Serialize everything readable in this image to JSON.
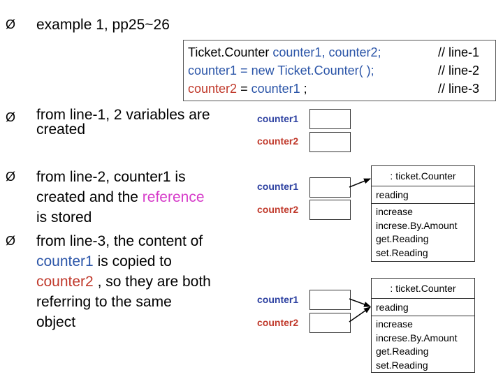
{
  "title": {
    "bullet": "Ø",
    "text": "example 1, pp25~26"
  },
  "code": {
    "lines": [
      {
        "parts": [
          "Ticket.Counter ",
          "counter1, counter2;"
        ],
        "comment": "// line-1"
      },
      {
        "parts": [
          "counter1 =  new Ticket.Counter( );"
        ],
        "comment": "// line-2"
      },
      {
        "parts": [
          "counter2",
          " = ",
          "counter1",
          " ;"
        ],
        "comment": "// line-3"
      }
    ]
  },
  "bullets": {
    "b1": {
      "lines": [
        "from line-1, 2 variables are",
        "created"
      ]
    },
    "b2": {
      "line1": "from line-2, counter1 is",
      "line2_a": "created and the ",
      "line2_b": "reference",
      "line3": "is stored"
    },
    "b3": {
      "line1": "from line-3, the content of",
      "line2_a": "counter1",
      "line2_b": " is copied to",
      "line3_a": "counter2",
      "line3_b": " , so they are both",
      "line4": "referring to the same",
      "line5": "object"
    }
  },
  "variables": {
    "counter1": "counter1",
    "counter2": "counter2"
  },
  "object": {
    "header": ": ticket.Counter",
    "field": "reading",
    "methods": [
      "increase",
      "increse.By.Amount",
      "get.Reading",
      "set.Reading"
    ]
  },
  "colors": {
    "blue": "#2b55a8",
    "red": "#c0392b",
    "magenta": "#d63cc9",
    "var_label": "#2b3fa0"
  }
}
